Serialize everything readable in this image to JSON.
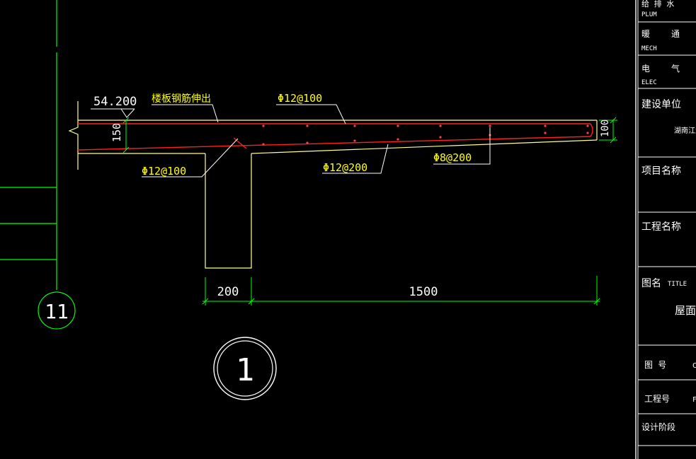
{
  "drawing": {
    "elevation": "54.200",
    "slab_thickness": "150",
    "edge_thickness": "100",
    "note_slab_rebar": "楼板钢筋伸出",
    "rebar_top": "Φ12@100",
    "rebar_left": "Φ12@100",
    "rebar_bottom": "Φ12@200",
    "rebar_dist": "Φ8@200",
    "dim_beam_width": "200",
    "dim_cantilever": "1500",
    "axis_label": "11",
    "detail_number": "1"
  },
  "title_block": {
    "plum_cn": "给 排 水",
    "plum_en": "PLUM",
    "mech_cn_1": "暖",
    "mech_cn_2": "通",
    "mech_en": "MECH",
    "elec_cn_1": "电",
    "elec_cn_2": "气",
    "elec_en": "ELEC",
    "client_label": "建设单位",
    "client_value": "湖南江湘",
    "item_label": "项目名称",
    "project_label": "工程名称",
    "drawing_title_label": "图名",
    "drawing_title_en": "TITLE",
    "drawing_title_value": "屋面结",
    "drawing_no_label": "图 号",
    "drawing_no_value": "C",
    "job_no_label": "工程号",
    "job_no_value": "F",
    "design_stage_label": "设计阶段"
  },
  "colors": {
    "background": "#000000",
    "outline": "#ffff99",
    "rebar": "#ff2020",
    "dimension": "#00ff00",
    "leader": "#ffffff",
    "label": "#ffff00"
  }
}
